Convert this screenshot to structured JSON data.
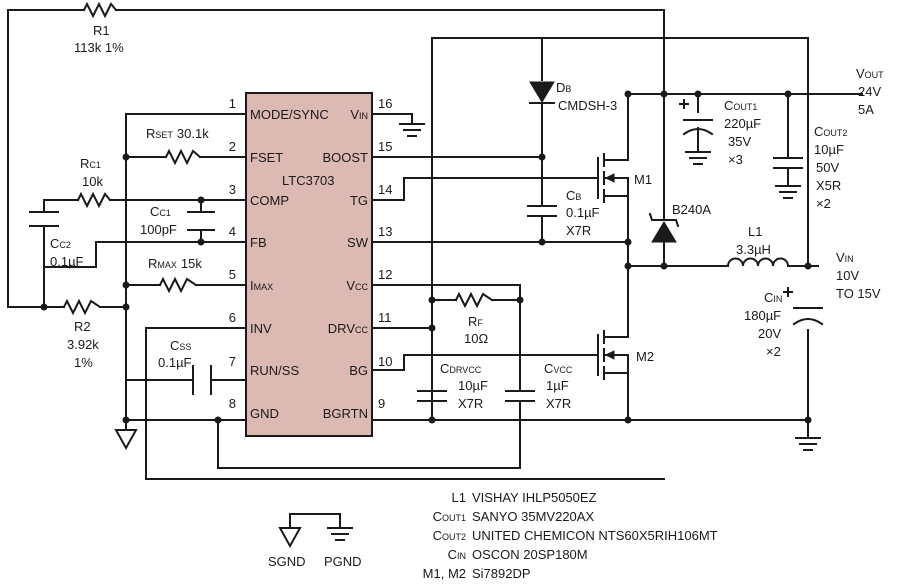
{
  "ic": {
    "part": "LTC3703",
    "left_pins": [
      {
        "num": "1",
        "label": "MODE/SYNC"
      },
      {
        "num": "2",
        "label": "FSET"
      },
      {
        "num": "3",
        "label": "COMP"
      },
      {
        "num": "4",
        "label": "FB"
      },
      {
        "num": "5",
        "label": "I",
        "sub": "MAX"
      },
      {
        "num": "6",
        "label": "INV"
      },
      {
        "num": "7",
        "label": "RUN/SS"
      },
      {
        "num": "8",
        "label": "GND"
      }
    ],
    "right_pins": [
      {
        "num": "16",
        "label": "V",
        "sub": "IN"
      },
      {
        "num": "15",
        "label": "BOOST"
      },
      {
        "num": "14",
        "label": "TG"
      },
      {
        "num": "13",
        "label": "SW"
      },
      {
        "num": "12",
        "label": "V",
        "sub": "CC"
      },
      {
        "num": "11",
        "label": "DRV",
        "sub": "CC"
      },
      {
        "num": "10",
        "label": "BG"
      },
      {
        "num": "9",
        "label": "BGRTN"
      }
    ]
  },
  "components": {
    "r1": {
      "name": "R1",
      "value": "113k 1%"
    },
    "rset": {
      "name": "R",
      "sub": "SET",
      "value": "30.1k"
    },
    "rc1": {
      "name": "R",
      "sub": "C1",
      "value": "10k"
    },
    "cc1": {
      "name": "C",
      "sub": "C1",
      "value": "100pF"
    },
    "cc2": {
      "name": "C",
      "sub": "C2",
      "value": "0.1µF"
    },
    "rmax": {
      "name": "R",
      "sub": "MAX",
      "value": "15k"
    },
    "r2": {
      "name": "R2",
      "value": "3.92k",
      "value2": "1%"
    },
    "css": {
      "name": "C",
      "sub": "SS",
      "value": "0.1µF"
    },
    "rf": {
      "name": "R",
      "sub": "F",
      "value": "10Ω"
    },
    "cdrvcc": {
      "name": "C",
      "sub": "DRVCC",
      "value": "10µF",
      "value2": "X7R"
    },
    "cvcc": {
      "name": "C",
      "sub": "VCC",
      "value": "1µF",
      "value2": "X7R"
    },
    "db": {
      "name": "D",
      "sub": "B",
      "value": "CMDSH-3"
    },
    "cb": {
      "name": "C",
      "sub": "B",
      "value": "0.1µF",
      "value2": "X7R"
    },
    "m1": {
      "name": "M1"
    },
    "m2": {
      "name": "M2"
    },
    "b240a": {
      "name": "B240A"
    },
    "l1": {
      "name": "L1",
      "value": "3.3µH"
    },
    "cout1": {
      "name": "C",
      "sub": "OUT1",
      "value": "220µF",
      "value2": "35V",
      "value3": "×3"
    },
    "cout2": {
      "name": "C",
      "sub": "OUT2",
      "value": "10µF",
      "value2": "50V",
      "value3": "X5R",
      "value4": "×2"
    },
    "cin": {
      "name": "C",
      "sub": "IN",
      "value": "180µF",
      "value2": "20V",
      "value3": "×2"
    }
  },
  "nets": {
    "vout": {
      "name": "V",
      "sub": "OUT",
      "value": "24V",
      "value2": "5A"
    },
    "vin": {
      "name": "V",
      "sub": "IN",
      "value": "10V",
      "value2": "TO 15V"
    },
    "sgnd": "SGND",
    "pgnd": "PGND"
  },
  "bom": [
    {
      "label": "L1",
      "sub": "",
      "value": "VISHAY IHLP5050EZ"
    },
    {
      "label": "C",
      "sub": "OUT1",
      "value": "SANYO 35MV220AX"
    },
    {
      "label": "C",
      "sub": "OUT2",
      "value": "UNITED CHEMICON NTS60X5RIH106MT"
    },
    {
      "label": "C",
      "sub": "IN",
      "value": "OSCON 20SP180M"
    },
    {
      "label": "M1, M2",
      "sub": "",
      "value": "Si7892DP"
    }
  ]
}
